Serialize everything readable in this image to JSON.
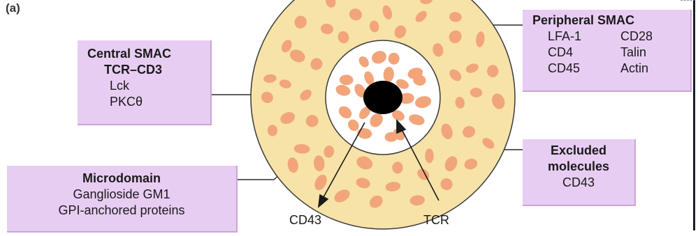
{
  "panel_label": "(a)",
  "central_smac": {
    "title": "Central SMAC",
    "lines": [
      "TCR–CD3",
      "Lck",
      "PKCθ"
    ]
  },
  "peripheral_smac": {
    "title": "Peripheral SMAC",
    "col1": [
      "LFA-1",
      "CD4",
      "CD45"
    ],
    "col2": [
      "CD28",
      "Talin",
      "Actin"
    ]
  },
  "microdomain": {
    "title": "Microdomain",
    "lines": [
      "Ganglioside GM1",
      "GPI-anchored proteins"
    ]
  },
  "excluded": {
    "title_line1": "Excluded",
    "title_line2": "molecules",
    "lines": [
      "CD43"
    ]
  },
  "arrow_labels": {
    "left": "CD43",
    "right": "TCR"
  },
  "colors": {
    "box_fill": "#e8cdf3",
    "outer_ring": "#f7e3a8",
    "inner_circle": "#ffffff",
    "blob": "#f2a57b",
    "center_dot": "#000000"
  }
}
